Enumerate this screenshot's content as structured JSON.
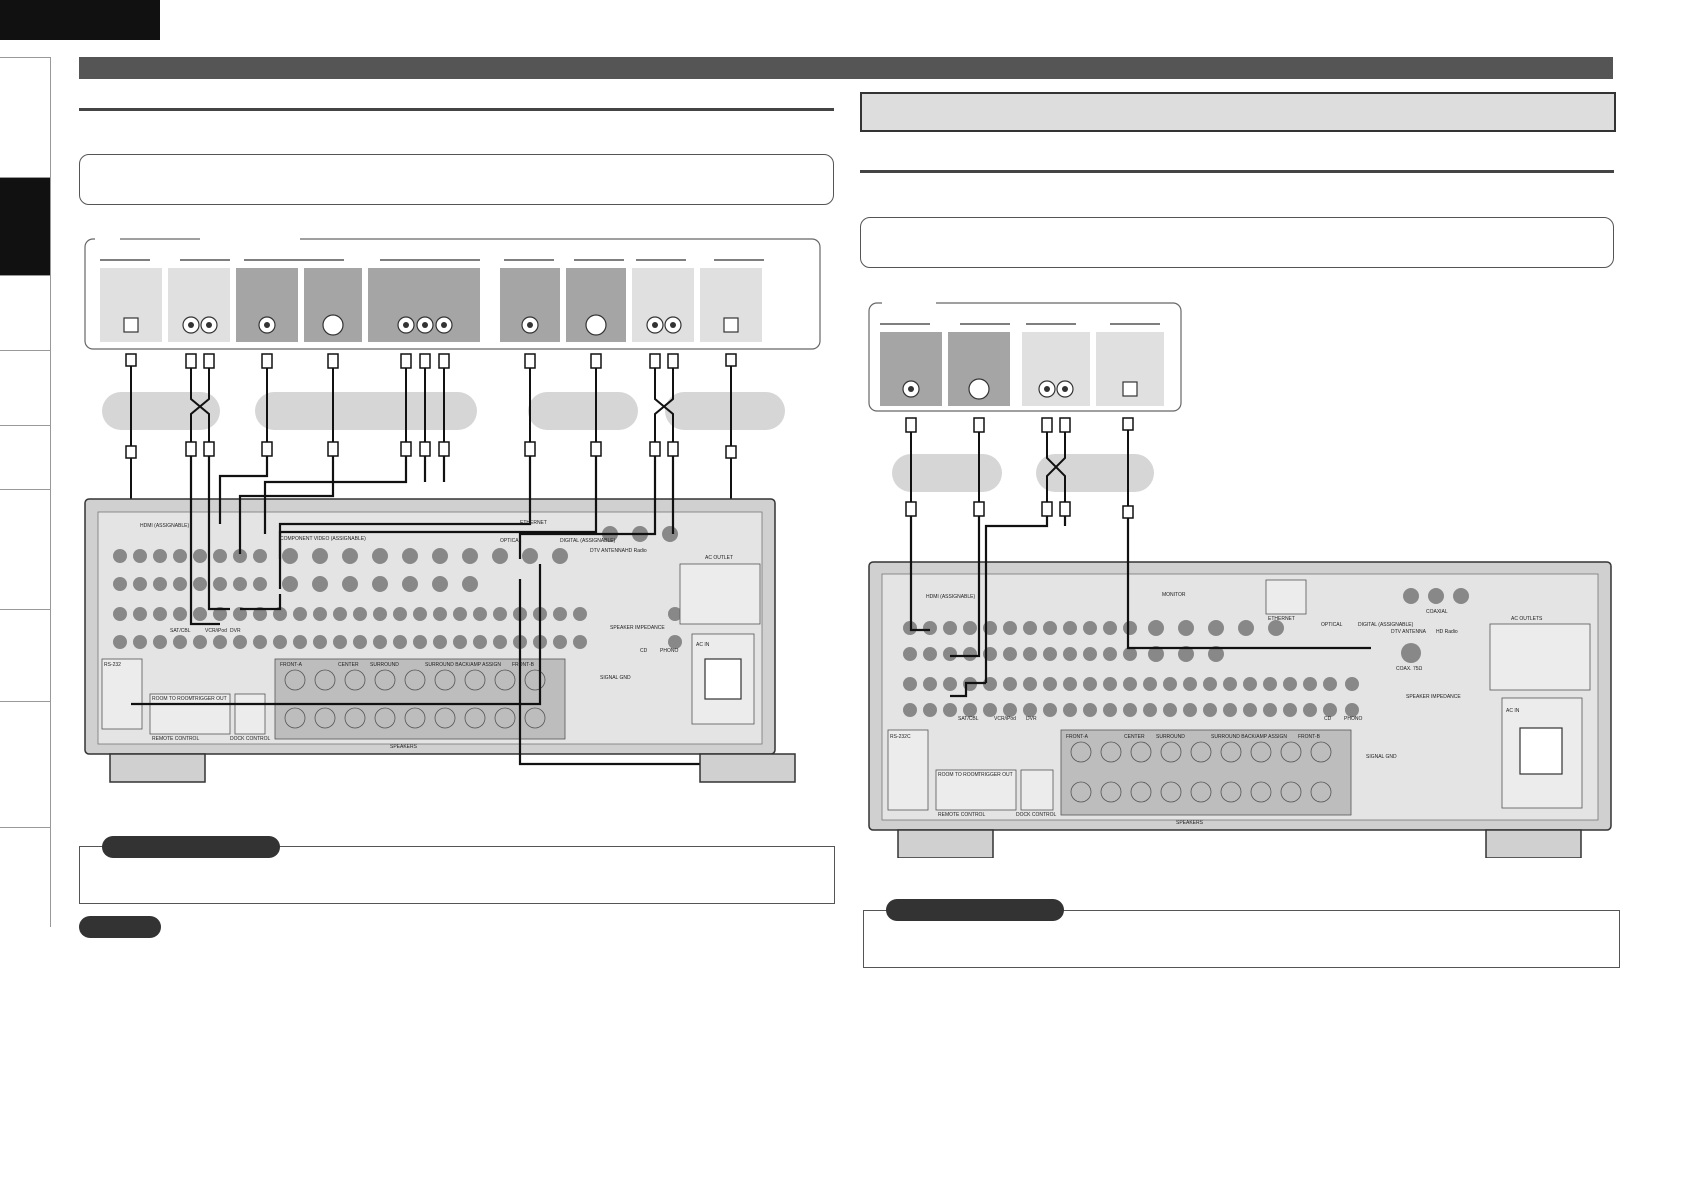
{
  "left_diagram": {
    "panel_labels": {
      "hdmi": "HDMI (ASSIGNABLE)",
      "sat_cbl": "SAT/CBL",
      "vcr": "VCR/iPod",
      "dvr": "DVR",
      "component_video": "COMPONENT VIDEO (ASSIGNABLE)",
      "optical": "OPTICAL",
      "digital": "DIGITAL (ASSIGNABLE)",
      "dtv_antenna": "DTV ANTENNA",
      "hd_radio": "HD Radio",
      "ac_outlet": "AC OUTLET",
      "ac_in": "AC IN",
      "speakers": "SPEAKERS",
      "front_a": "FRONT-A",
      "center": "CENTER",
      "surround": "SURROUND",
      "surround_back": "SURROUND BACK/AMP ASSIGN",
      "front_b": "FRONT-B",
      "speaker_impedance": "SPEAKER IMPEDANCE",
      "remote_control": "REMOTE CONTROL",
      "dock_control": "DOCK CONTROL",
      "trigger_out": "TRIGGER OUT",
      "room_to_room": "ROOM TO ROOM",
      "rs232": "RS-232",
      "signal_gnd": "SIGNAL GND",
      "phono": "PHONO",
      "cd": "CD",
      "ethernet": "ETHERNET"
    }
  },
  "right_diagram": {
    "panel_labels": {
      "hdmi": "HDMI (ASSIGNABLE)",
      "monitor": "MONITOR",
      "ethernet": "ETHERNET",
      "optical": "OPTICAL",
      "digital": "DIGITAL (ASSIGNABLE)",
      "coaxial": "COAXIAL",
      "dtv_antenna": "DTV ANTENNA",
      "hd_radio": "HD Radio",
      "ac_outlets": "AC OUTLETS",
      "ac_in": "AC IN",
      "speakers": "SPEAKERS",
      "front_a": "FRONT-A",
      "center": "CENTER",
      "surround": "SURROUND",
      "surround_back": "SURROUND BACK/AMP ASSIGN",
      "front_b": "FRONT-B",
      "speaker_impedance": "SPEAKER IMPEDANCE",
      "remote_control": "REMOTE CONTROL",
      "dock_control": "DOCK CONTROL",
      "trigger_out": "TRIGGER OUT",
      "room_to_room": "ROOM TO ROOM",
      "rs232": "RS-232C",
      "signal_gnd": "SIGNAL GND",
      "phono": "PHONO",
      "cd": "CD",
      "sat_cbl": "SAT/CBL",
      "vcr": "VCR/iPod",
      "dvr": "DVR",
      "coax_75": "COAX. 75Ω"
    }
  }
}
